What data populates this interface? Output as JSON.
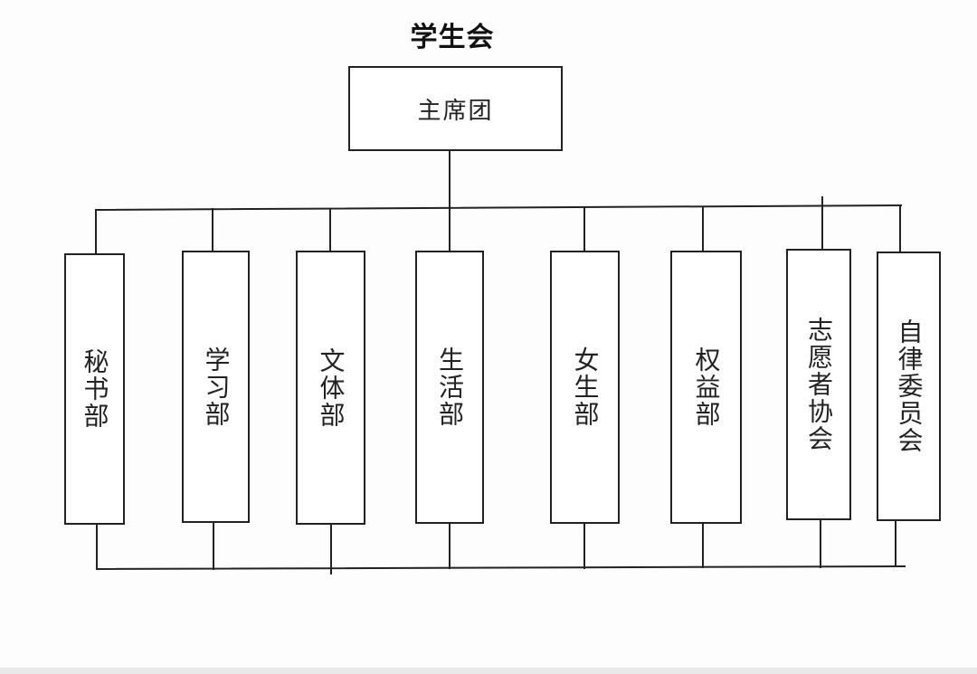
{
  "title": "学生会",
  "root": {
    "label": "主席团"
  },
  "departments": [
    {
      "label": "秘书部"
    },
    {
      "label": "学习部"
    },
    {
      "label": "文体部"
    },
    {
      "label": "生活部"
    },
    {
      "label": "女生部"
    },
    {
      "label": "权益部"
    },
    {
      "label": "志愿者协会"
    },
    {
      "label": "自律委员会"
    }
  ]
}
